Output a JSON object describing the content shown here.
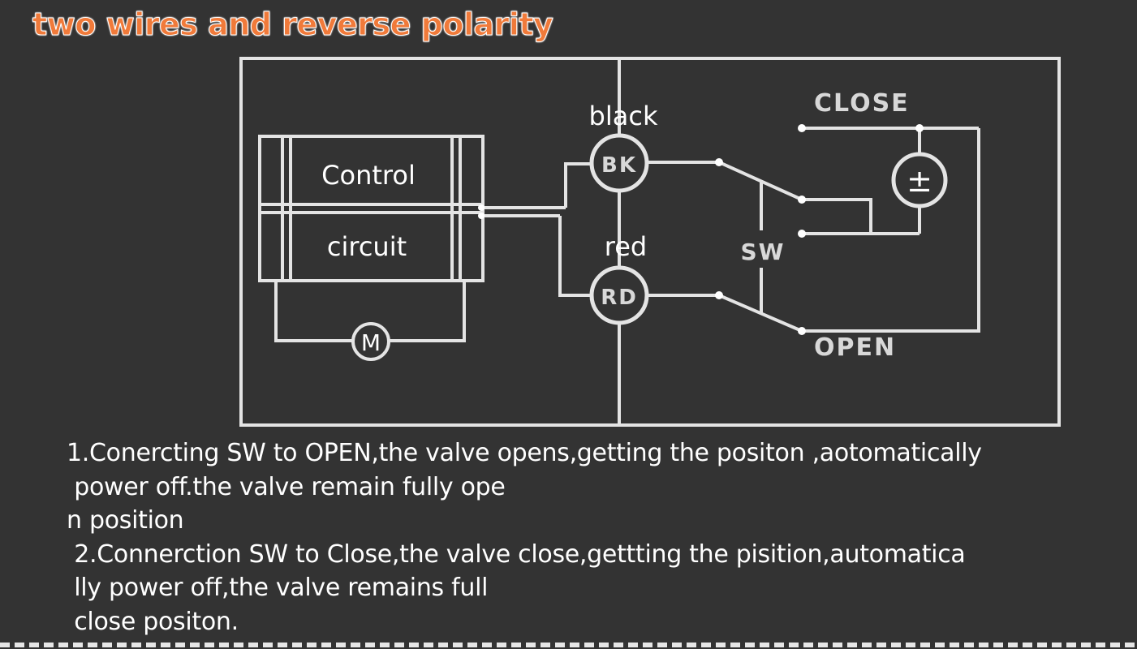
{
  "title": "two wires and reverse polarity",
  "diagram": {
    "control_label": "Control",
    "circuit_label": "circuit",
    "motor_label": "M",
    "black_label": "black",
    "red_label": "red",
    "bk_label": "BK",
    "rd_label": "RD",
    "sw_label": "SW",
    "close_label": "CLOSE",
    "open_label": "OPEN",
    "power_label": "±"
  },
  "notes": {
    "line1": "1.Conercting SW to OPEN,the valve opens,getting the positon ,aotomatically",
    "line2": " power off.the valve remain fully ope",
    "line3": "n position",
    "line4": " 2.Connerction SW to Close,the valve close,gettting the pisition,automatica",
    "line5": " lly power off,the valve remains full",
    "line6": " close positon."
  }
}
